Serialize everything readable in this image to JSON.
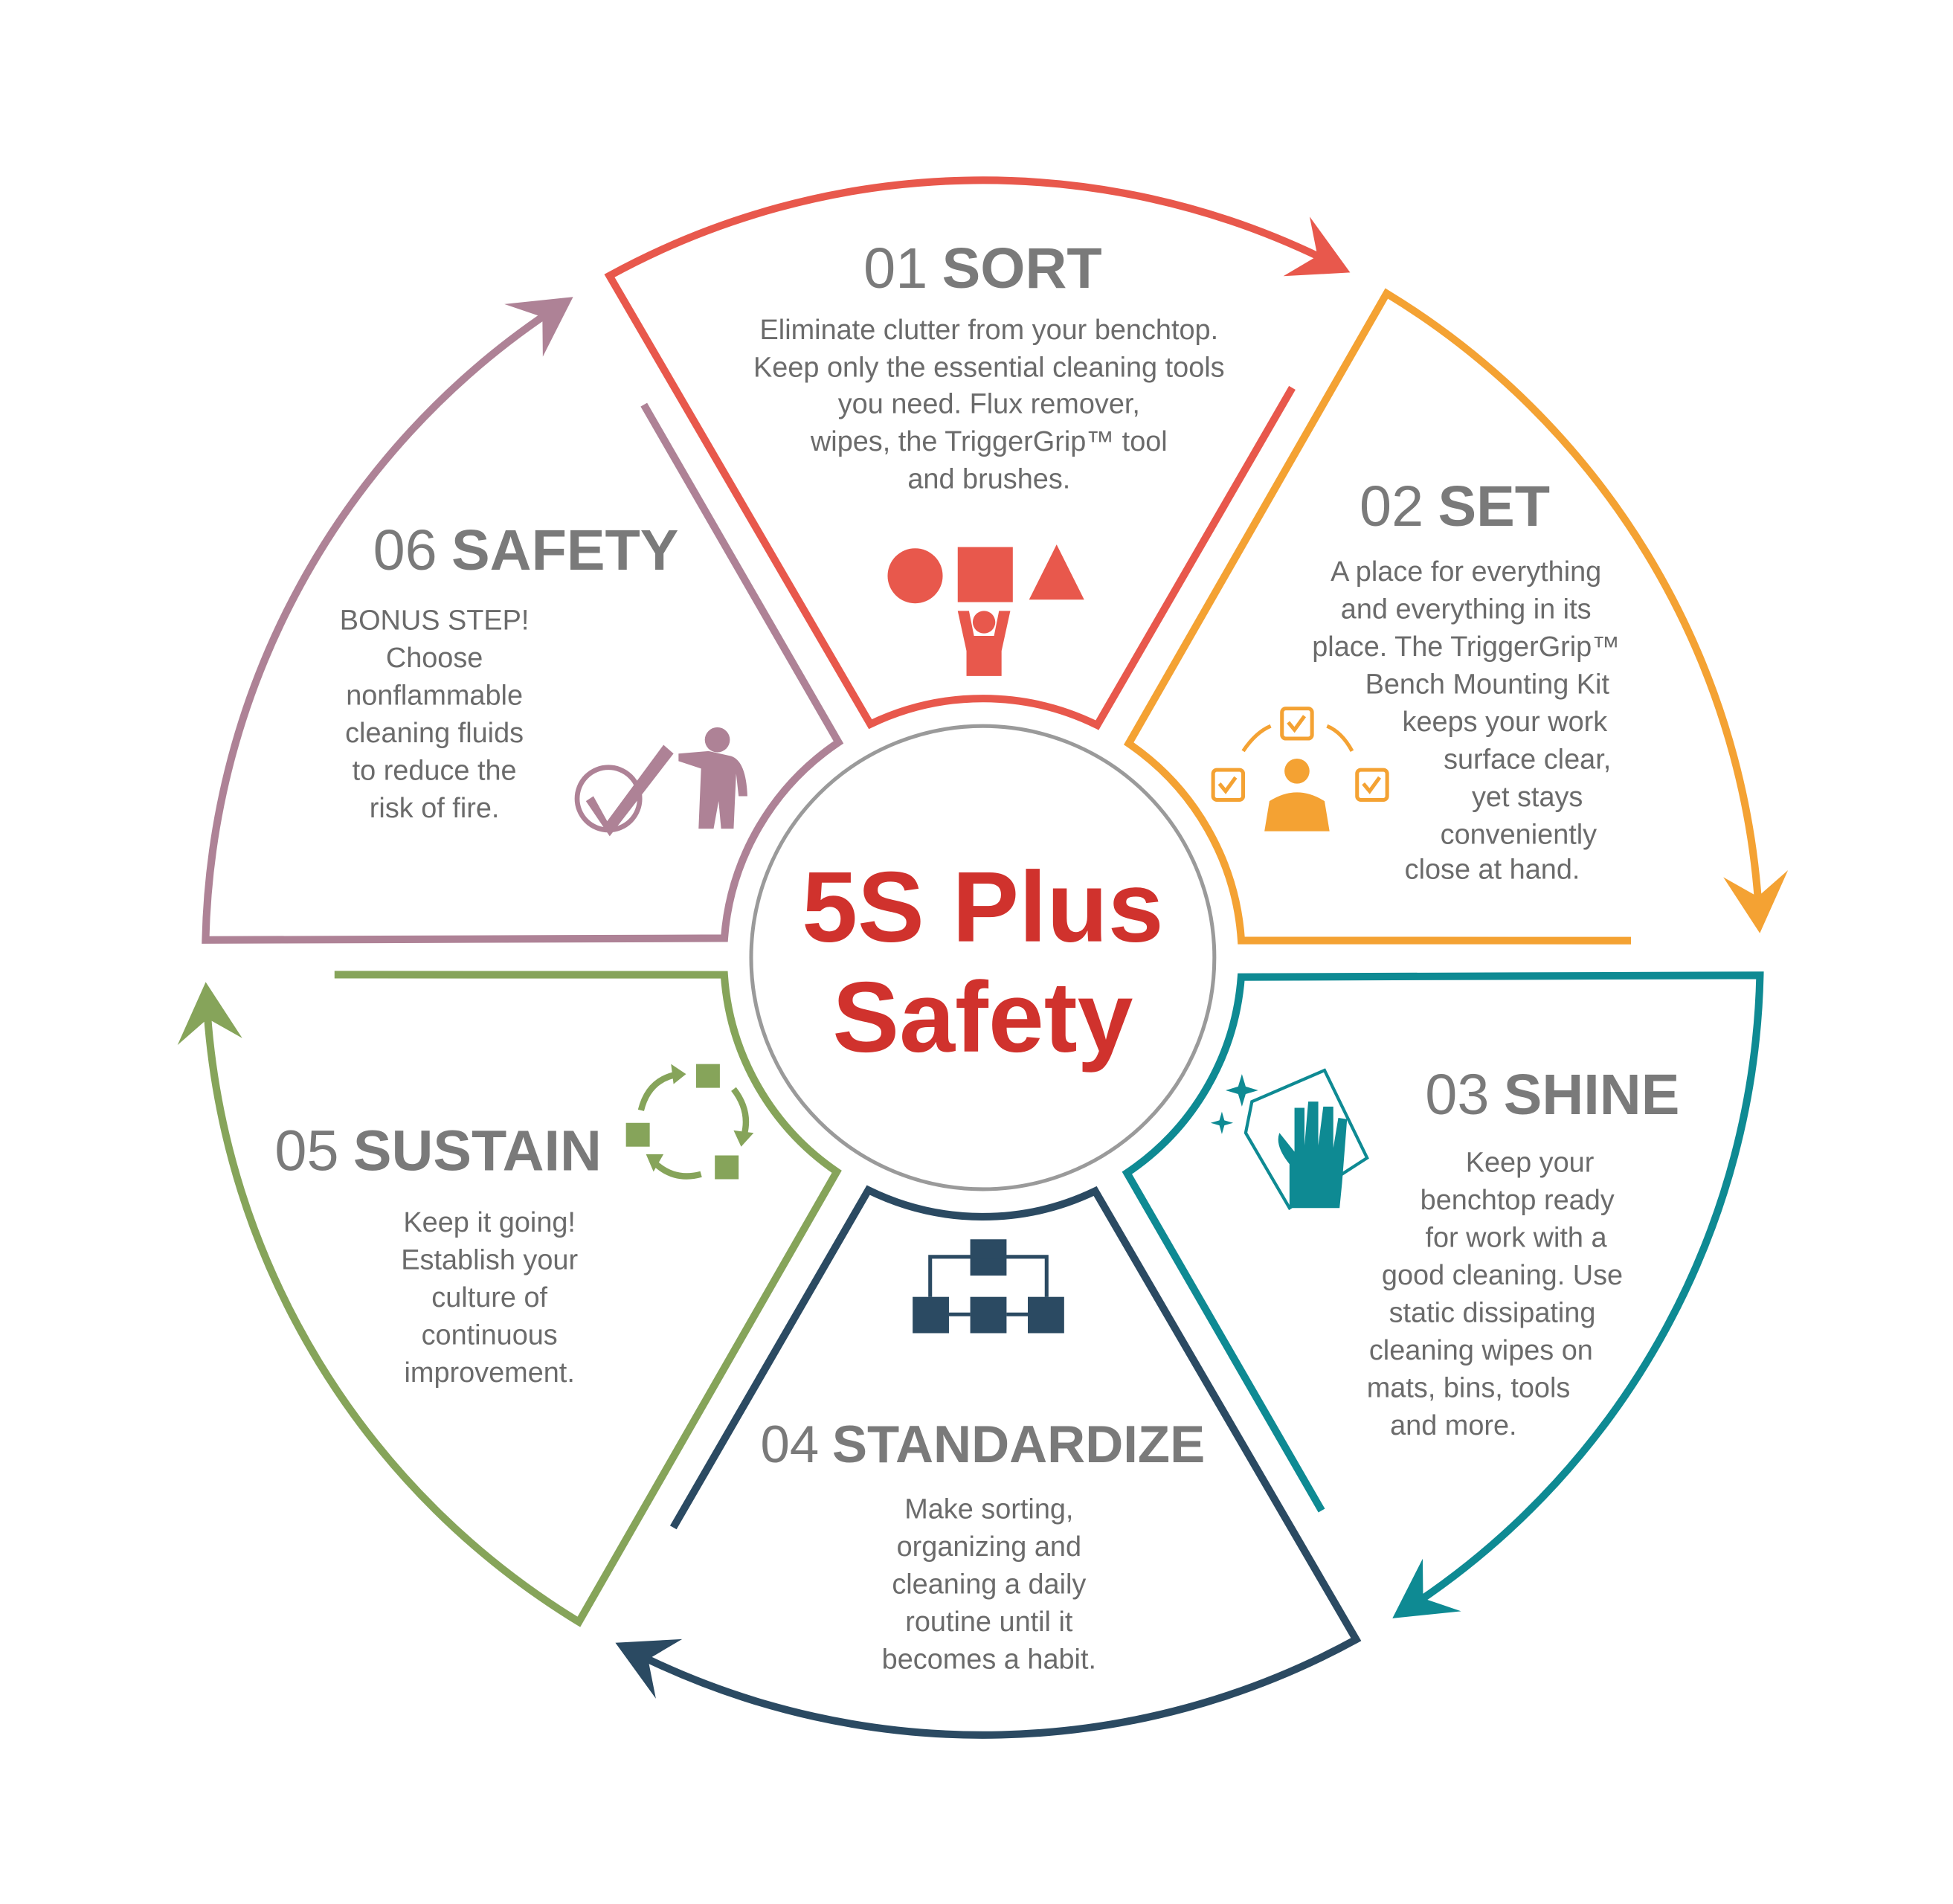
{
  "center": {
    "line1": "5S Plus",
    "line2": "Safety",
    "color": "#d0322d"
  },
  "steps": [
    {
      "number": "01",
      "name": "SORT",
      "color": "#e8584c",
      "icon": "shapes-person-icon",
      "lines": [
        "Eliminate clutter from your benchtop.",
        "Keep only the essential cleaning tools",
        "you need. Flux remover,",
        "wipes, the TriggerGrip™ tool",
        "and brushes."
      ]
    },
    {
      "number": "02",
      "name": "SET",
      "color": "#f4a233",
      "icon": "person-checklist-icon",
      "lines": [
        "A place for everything",
        "and everything in its",
        "place. The TriggerGrip™",
        "Bench Mounting Kit",
        "keeps your work",
        "surface clear,",
        "yet  stays",
        "conveniently",
        "close at hand."
      ]
    },
    {
      "number": "03",
      "name": "SHINE",
      "color": "#0e8a93",
      "icon": "hand-wipe-icon",
      "lines": [
        "Keep your",
        "benchtop ready",
        "for work with a",
        "good cleaning. Use",
        "static dissipating",
        "cleaning wipes on",
        "mats, bins, tools",
        "and more."
      ]
    },
    {
      "number": "04",
      "name": "STANDARDIZE",
      "color": "#2b4a62",
      "icon": "org-chart-icon",
      "lines": [
        "Make sorting,",
        "organizing and",
        "cleaning a daily",
        "routine until it",
        "becomes a habit."
      ]
    },
    {
      "number": "05",
      "name": "SUSTAIN",
      "color": "#86a45a",
      "icon": "cycle-icon",
      "lines": [
        "Keep it going!",
        "Establish your",
        "culture of",
        "continuous",
        "improvement."
      ]
    },
    {
      "number": "06",
      "name": "SAFETY",
      "color": "#ae8296",
      "icon": "check-person-icon",
      "lines": [
        "BONUS STEP!",
        "Choose",
        "nonflammable",
        "cleaning fluids",
        "to reduce the",
        "risk of fire."
      ]
    }
  ]
}
